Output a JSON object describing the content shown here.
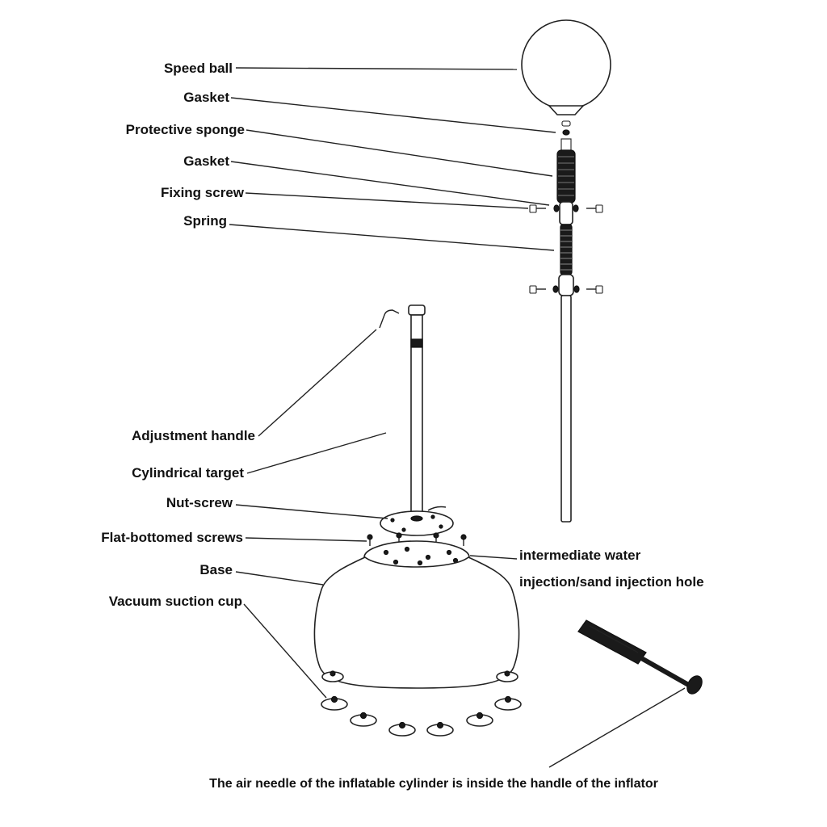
{
  "labels": {
    "speed_ball": "Speed ball",
    "gasket_top": "Gasket",
    "protective_sponge": "Protective sponge",
    "gasket_lower": "Gasket",
    "fixing_screw": "Fixing screw",
    "spring": "Spring",
    "adjustment_handle": "Adjustment handle",
    "cylindrical_target": "Cylindrical target",
    "nut_screw": "Nut-screw",
    "flat_bottomed_screws": "Flat-bottomed screws",
    "base": "Base",
    "vacuum_suction_cup": "Vacuum suction cup",
    "injection_hole_line1": "intermediate water",
    "injection_hole_line2": "injection/sand injection hole"
  },
  "caption": "The air needle of the inflatable cylinder is inside the handle of the inflator"
}
